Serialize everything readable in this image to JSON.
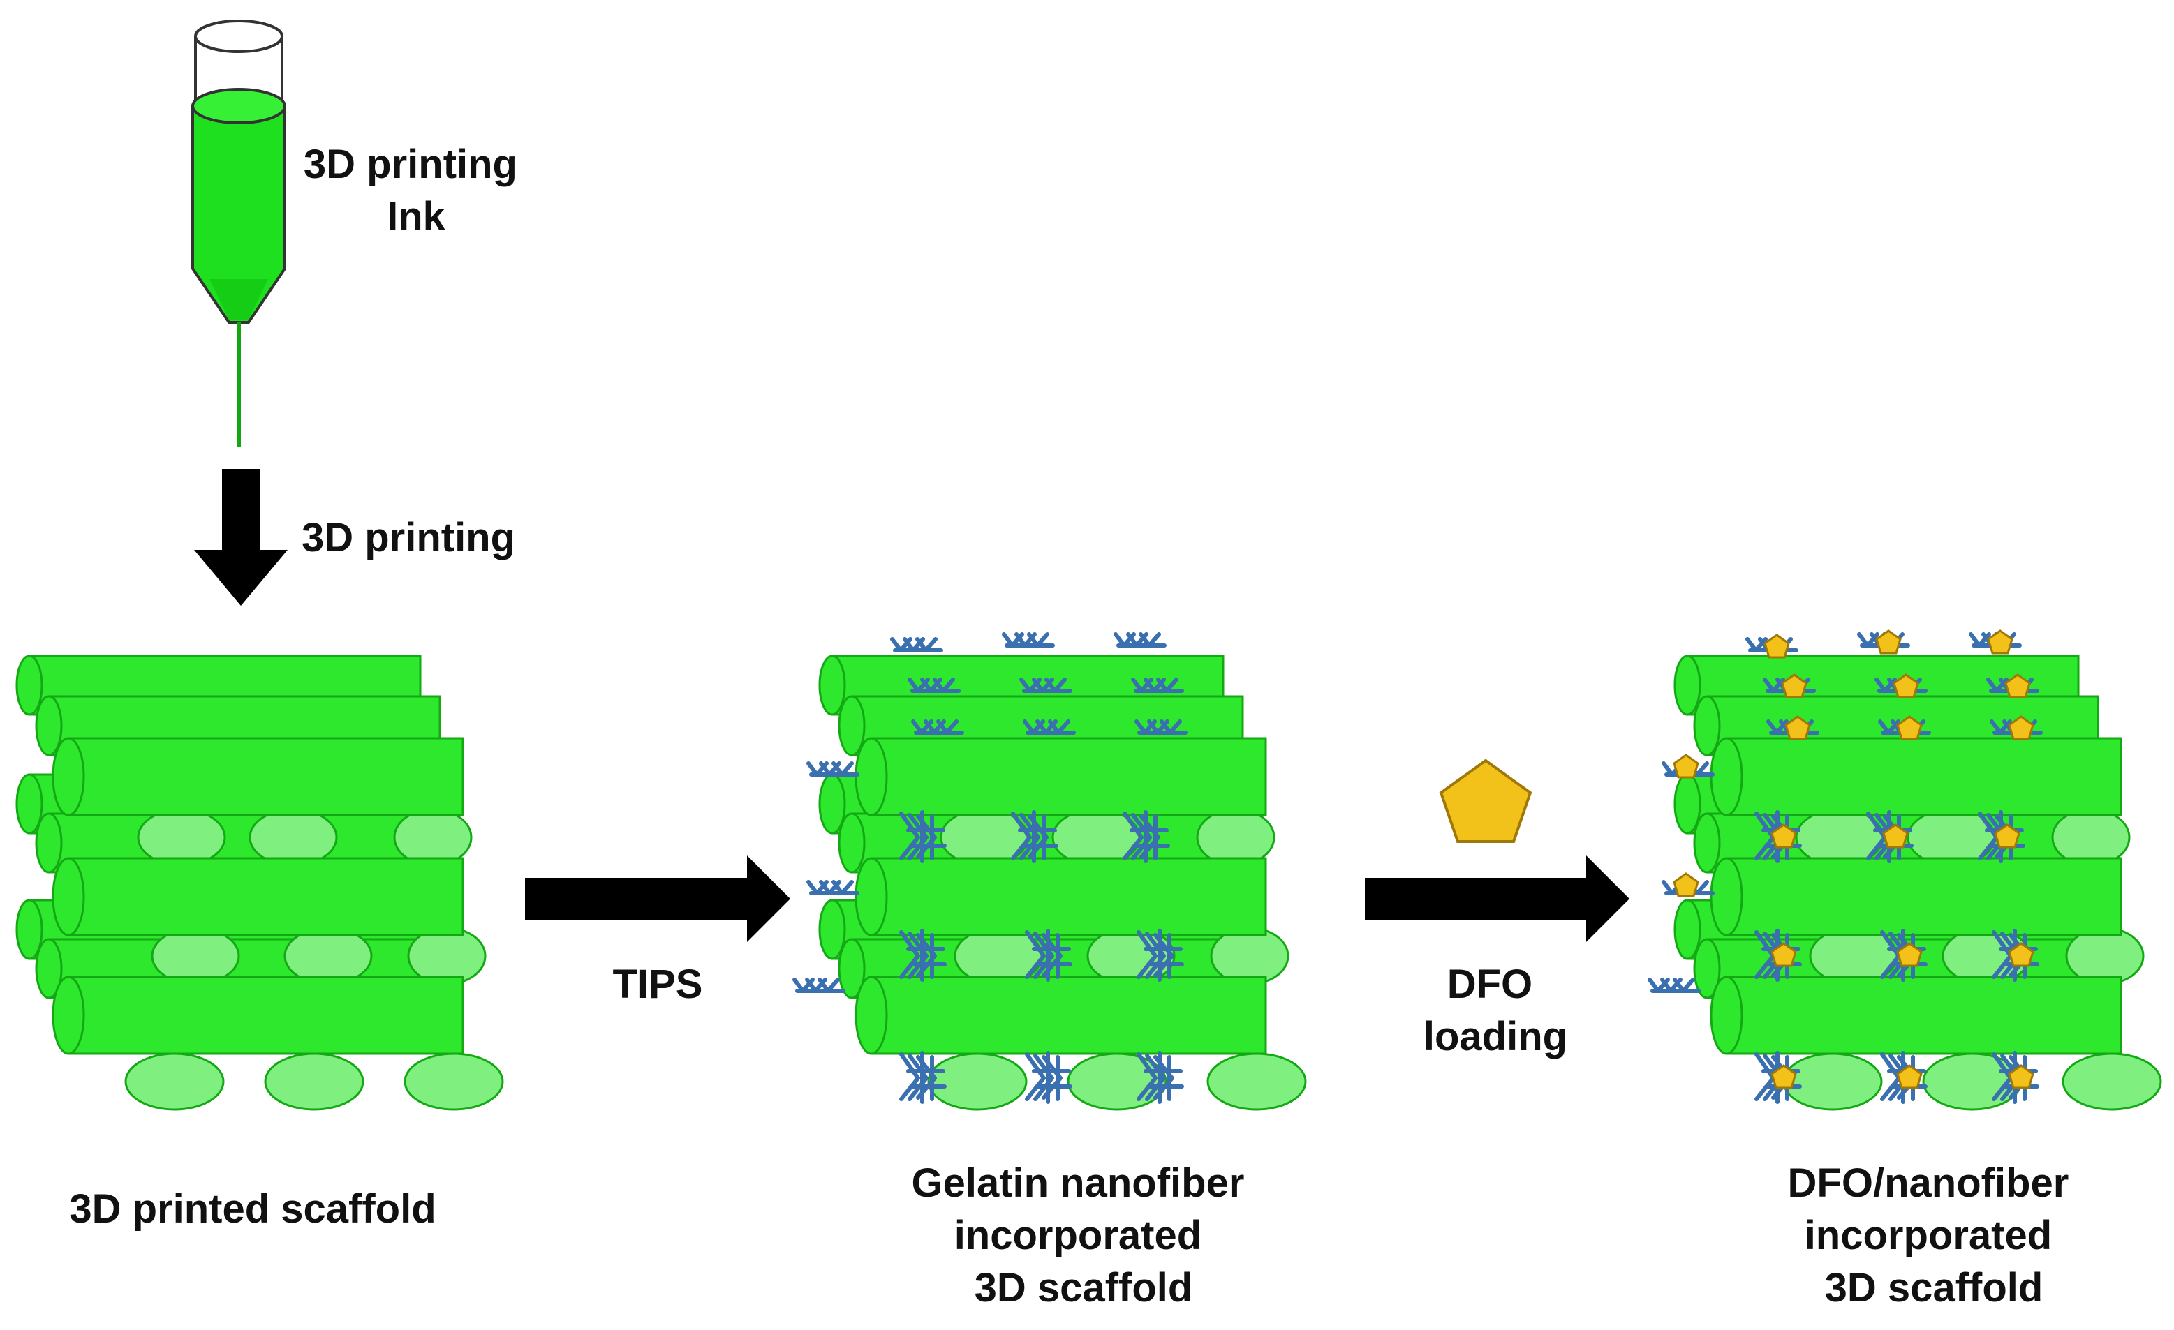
{
  "labels": {
    "ink": [
      "3D printing",
      "Ink"
    ],
    "print_step": "3D printing",
    "tips_step": "TIPS",
    "dfo_step": [
      "DFO",
      "loading"
    ],
    "scaffold1": [
      "3D printed scaffold"
    ],
    "scaffold2": [
      "Gelatin nanofiber",
      "incorporated",
      "3D scaffold"
    ],
    "scaffold3": [
      "DFO/nanofiber",
      "incorporated",
      "3D scaffold"
    ]
  },
  "colors": {
    "strut_fill": "#2EE82E",
    "strut_stroke": "#14A814",
    "strut_end": "#7FEF7F",
    "ink": "#1EE01E",
    "nanofiber": "#3A6FB0",
    "dfo": "#F2C21A",
    "dfo_stroke": "#A07808",
    "arrow": "#000000"
  },
  "icons": {
    "syringe": "syringe-icon",
    "dfo_molecule": "pentagon-icon"
  }
}
